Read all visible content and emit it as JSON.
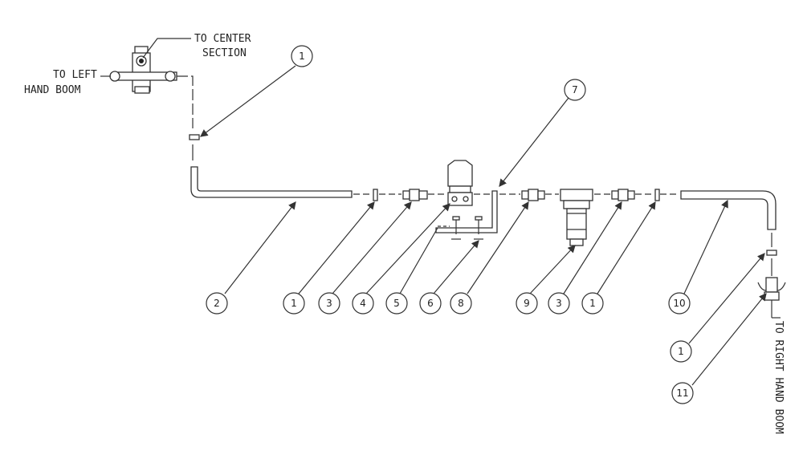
{
  "labels": {
    "to_center_1": "TO CENTER",
    "to_center_2": "SECTION",
    "to_left_1": "TO LEFT",
    "to_left_2": "HAND BOOM",
    "to_right": "TO RIGHT HAND BOOM"
  },
  "callouts": {
    "c_top_1": "1",
    "c7": "7",
    "c2": "2",
    "c1_a": "1",
    "c3_a": "3",
    "c4": "4",
    "c5": "5",
    "c6": "6",
    "c8": "8",
    "c9": "9",
    "c3_b": "3",
    "c1_b": "1",
    "c10": "10",
    "c1_c": "1",
    "c11": "11"
  }
}
